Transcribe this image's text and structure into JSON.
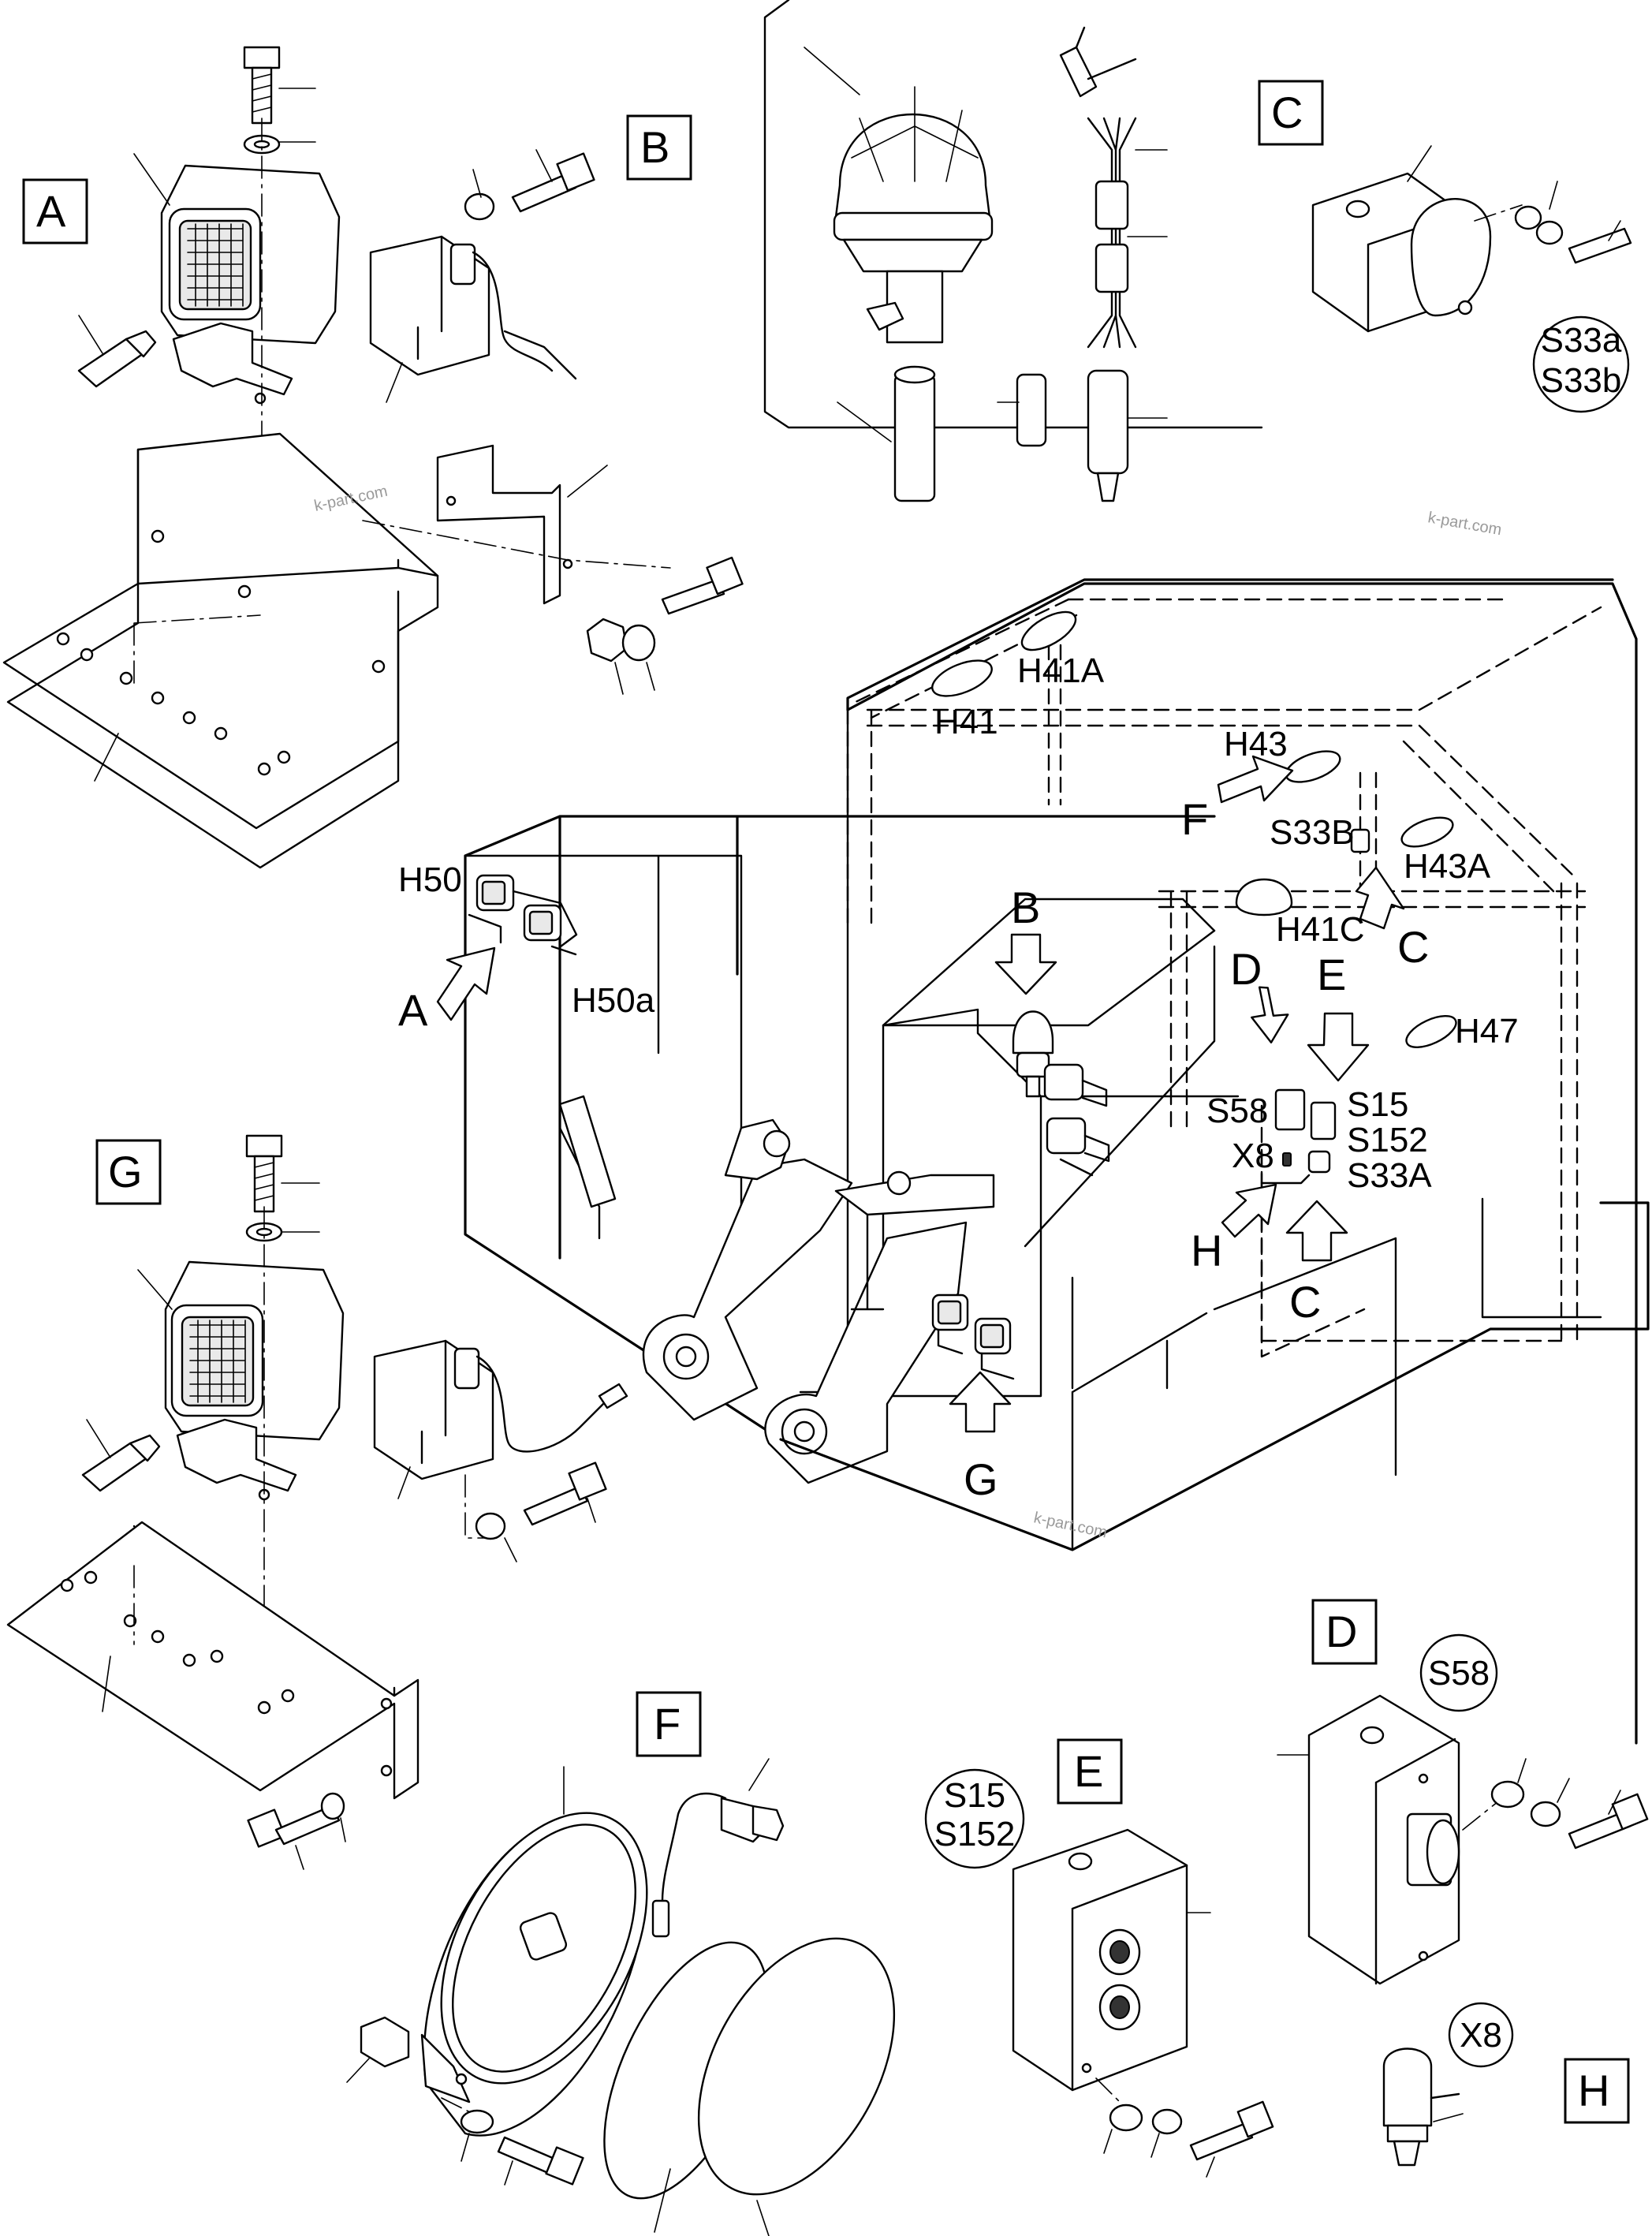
{
  "views": [
    {
      "letter": "A"
    },
    {
      "letter": "B"
    },
    {
      "letter": "C"
    },
    {
      "letter": "D"
    },
    {
      "letter": "E"
    },
    {
      "letter": "F"
    },
    {
      "letter": "G"
    },
    {
      "letter": "H"
    }
  ],
  "circle_labels": {
    "c": [
      "S33a",
      "S33b"
    ],
    "d": [
      "S58"
    ],
    "e": [
      "S15",
      "S152"
    ],
    "h": [
      "X8"
    ]
  },
  "cab_labels": {
    "h41": "H41",
    "h41a": "H41A",
    "h43": "H43",
    "h43a": "H43A",
    "s33b": "S33B",
    "h41c": "H41C",
    "h47": "H47",
    "h50": "H50",
    "h50a": "H50a",
    "s58": "S58",
    "x8": "X8",
    "s15": "S15",
    "s152": "S152",
    "s33a": "S33A"
  },
  "arrow_letters": {
    "a": "A",
    "b": "B",
    "c_top": "C",
    "c_bottom": "C",
    "d": "D",
    "e": "E",
    "f": "F",
    "g": "G",
    "h": "H"
  },
  "watermark": "k-part.com"
}
